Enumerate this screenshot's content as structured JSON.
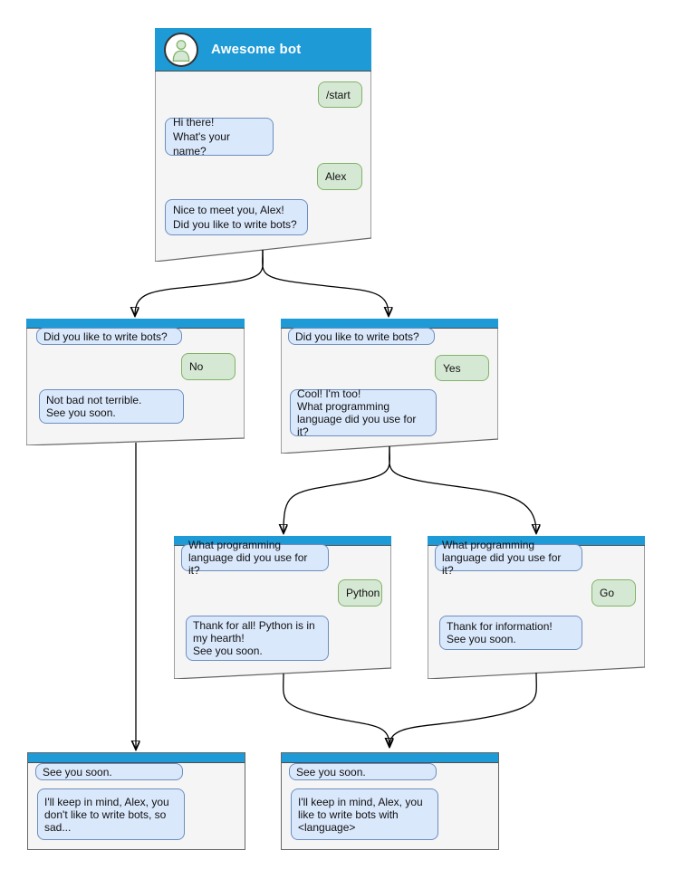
{
  "colors": {
    "header_blue": "#1e9ad6",
    "bot_bubble_fill": "#dae8fc",
    "bot_bubble_stroke": "#6c8ebf",
    "user_bubble_fill": "#d5e8d4",
    "user_bubble_stroke": "#82b366",
    "window_fill": "#f5f5f5",
    "window_stroke": "#666666"
  },
  "start_window": {
    "title": "Awesome bot",
    "avatar_icon": "person-icon",
    "user_start": "/start",
    "bot_greeting": "Hi there!\nWhat's your name?",
    "user_name": "Alex",
    "bot_question": "Nice to meet you, Alex!\nDid you like to write bots?"
  },
  "no_branch": {
    "context": "Did you like to write bots?",
    "user_answer": "No",
    "bot_reply": "Not bad not terrible.\nSee you soon."
  },
  "yes_branch": {
    "context": "Did you like to write bots?",
    "user_answer": "Yes",
    "bot_reply": "Cool! I'm too!\nWhat programming\nlanguage did you use for it?"
  },
  "python_branch": {
    "context": "What programming\nlanguage did you use for it?",
    "user_answer": "Python",
    "bot_reply": "Thank for all! Python is in\nmy hearth!\nSee you soon."
  },
  "go_branch": {
    "context": "What programming\nlanguage did you use for it?",
    "user_answer": "Go",
    "bot_reply": "Thank for information!\nSee you soon."
  },
  "end_no": {
    "context": "See you soon.",
    "bot_reply": "I'll keep in mind, Alex, you\ndon't like to write bots, so\nsad..."
  },
  "end_yes": {
    "context": "See you soon.",
    "bot_reply": "I'll keep in mind, Alex, you\nlike to write bots with\n<language>"
  }
}
